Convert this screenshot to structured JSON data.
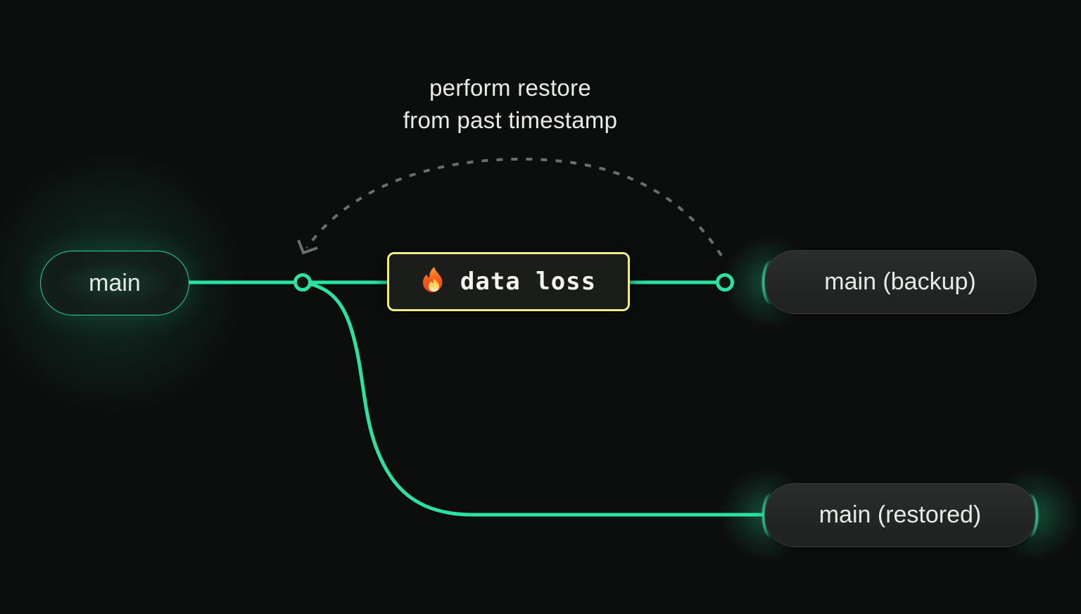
{
  "annotation": {
    "line1": "perform restore",
    "line2": "from past timestamp"
  },
  "nodes": {
    "main": {
      "label": "main"
    },
    "backup": {
      "label": "main (backup)"
    },
    "restored": {
      "label": "main (restored)"
    }
  },
  "event": {
    "label": "data loss",
    "icon": "fire-icon"
  },
  "colors": {
    "background": "#0c0e0d",
    "branch_green": "#2be3a0",
    "warning_yellow": "#f0ec8c",
    "dashed_gray": "#6b6e6b",
    "label_text": "#e8eae6"
  }
}
